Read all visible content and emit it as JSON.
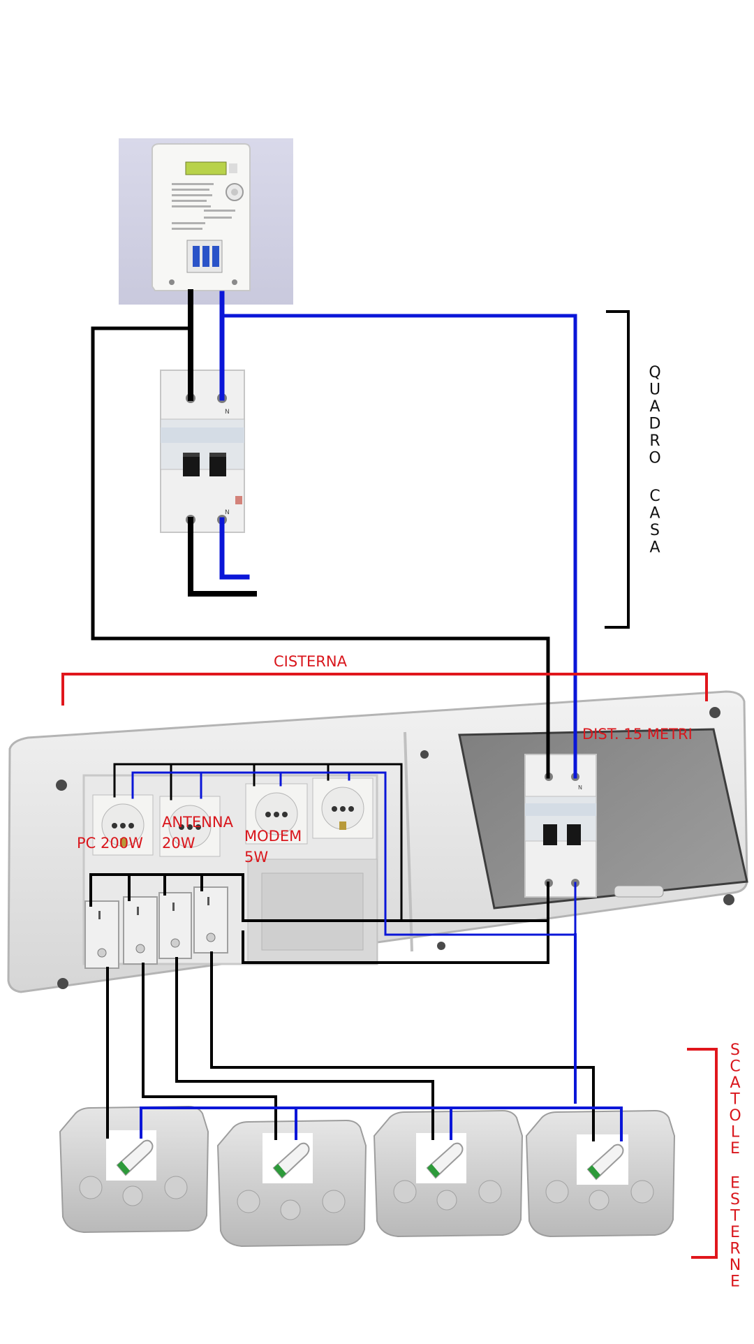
{
  "labels": {
    "quadro_casa": "QUADRO CASA",
    "cisterna": "CISTERNA",
    "dist": "DIST. 15 METRI",
    "scatole_esterne": "SCATOLE ESTERNE",
    "pc": "PC 200W",
    "antenna_1": "ANTENNA",
    "antenna_2": "20W",
    "modem_1": "MODEM",
    "modem_2": "5W"
  },
  "breaker_marks": {
    "neutral": "N"
  },
  "colors": {
    "phase_wire": "#000000",
    "neutral_wire": "#0a16d8",
    "bracket_red": "#e0161c",
    "bracket_black": "#000000",
    "label_red": "#d9161c"
  },
  "components": {
    "meter": "electricity-meter",
    "house_breaker": "two-pole-breaker",
    "cistern_breaker": "two-pole-breaker",
    "enclosure": "wall-enclosure",
    "sockets": 4,
    "switches": 4,
    "junction_boxes": 4,
    "connectors": 4
  }
}
